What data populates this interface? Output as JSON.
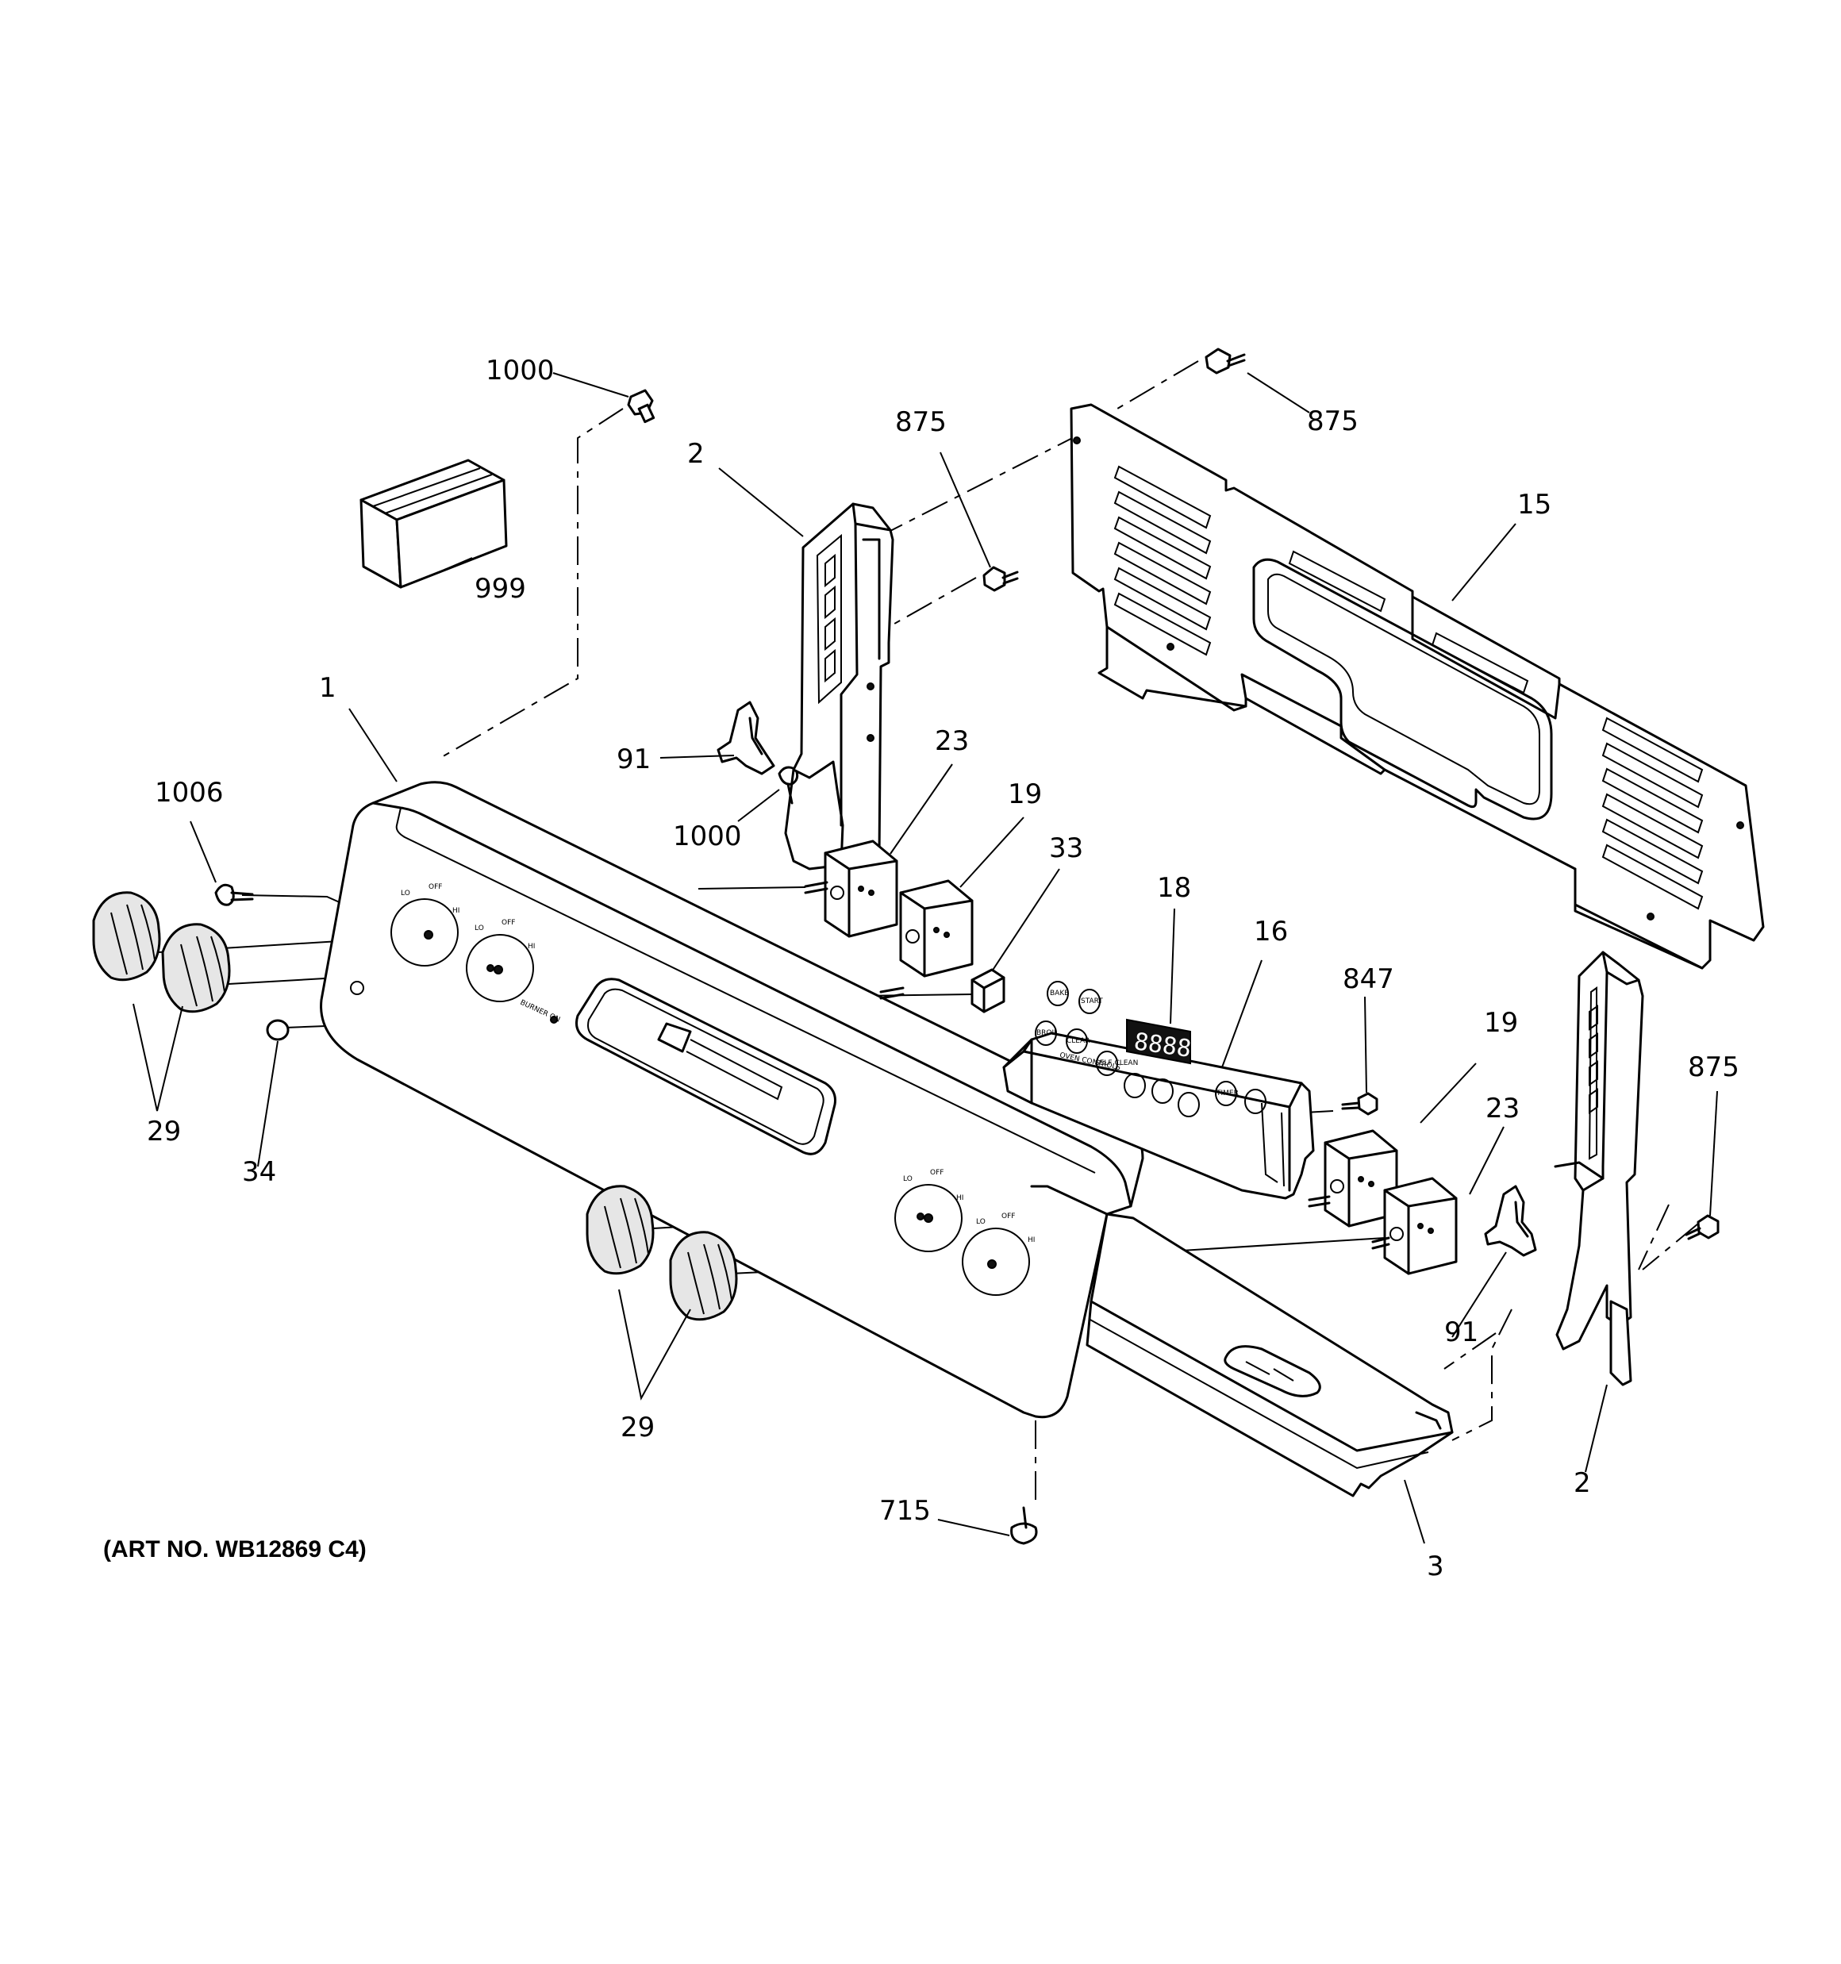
{
  "art_number": "(ART NO. WB12869 C4)",
  "callouts": [
    {
      "id": "c1000a",
      "label": "1000"
    },
    {
      "id": "c999",
      "label": "999"
    },
    {
      "id": "c2a",
      "label": "2"
    },
    {
      "id": "c875a",
      "label": "875"
    },
    {
      "id": "c875b",
      "label": "875"
    },
    {
      "id": "c15",
      "label": "15"
    },
    {
      "id": "c1",
      "label": "1"
    },
    {
      "id": "c91a",
      "label": "91"
    },
    {
      "id": "c1000b",
      "label": "1000"
    },
    {
      "id": "c1006",
      "label": "1006"
    },
    {
      "id": "c23a",
      "label": "23"
    },
    {
      "id": "c19a",
      "label": "19"
    },
    {
      "id": "c33",
      "label": "33"
    },
    {
      "id": "c18",
      "label": "18"
    },
    {
      "id": "c16",
      "label": "16"
    },
    {
      "id": "c847",
      "label": "847"
    },
    {
      "id": "c19b",
      "label": "19"
    },
    {
      "id": "c875c",
      "label": "875"
    },
    {
      "id": "c23b",
      "label": "23"
    },
    {
      "id": "c29a",
      "label": "29"
    },
    {
      "id": "c34",
      "label": "34"
    },
    {
      "id": "c91b",
      "label": "91"
    },
    {
      "id": "c29b",
      "label": "29"
    },
    {
      "id": "c2b",
      "label": "2"
    },
    {
      "id": "c715",
      "label": "715"
    },
    {
      "id": "c3",
      "label": "3"
    }
  ],
  "control_panel_labels": {
    "title": "OVEN CONTROLS",
    "bake": "BAKE",
    "broil": "BROIL",
    "start": "START",
    "clear": "CLEAR",
    "self_clean": "SELF CLEAN",
    "timer": "TIMER",
    "display": "8888"
  },
  "knob_labels": {
    "lo": "LO",
    "off": "OFF",
    "hi": "HI",
    "burner_on": "BURNER ON"
  }
}
